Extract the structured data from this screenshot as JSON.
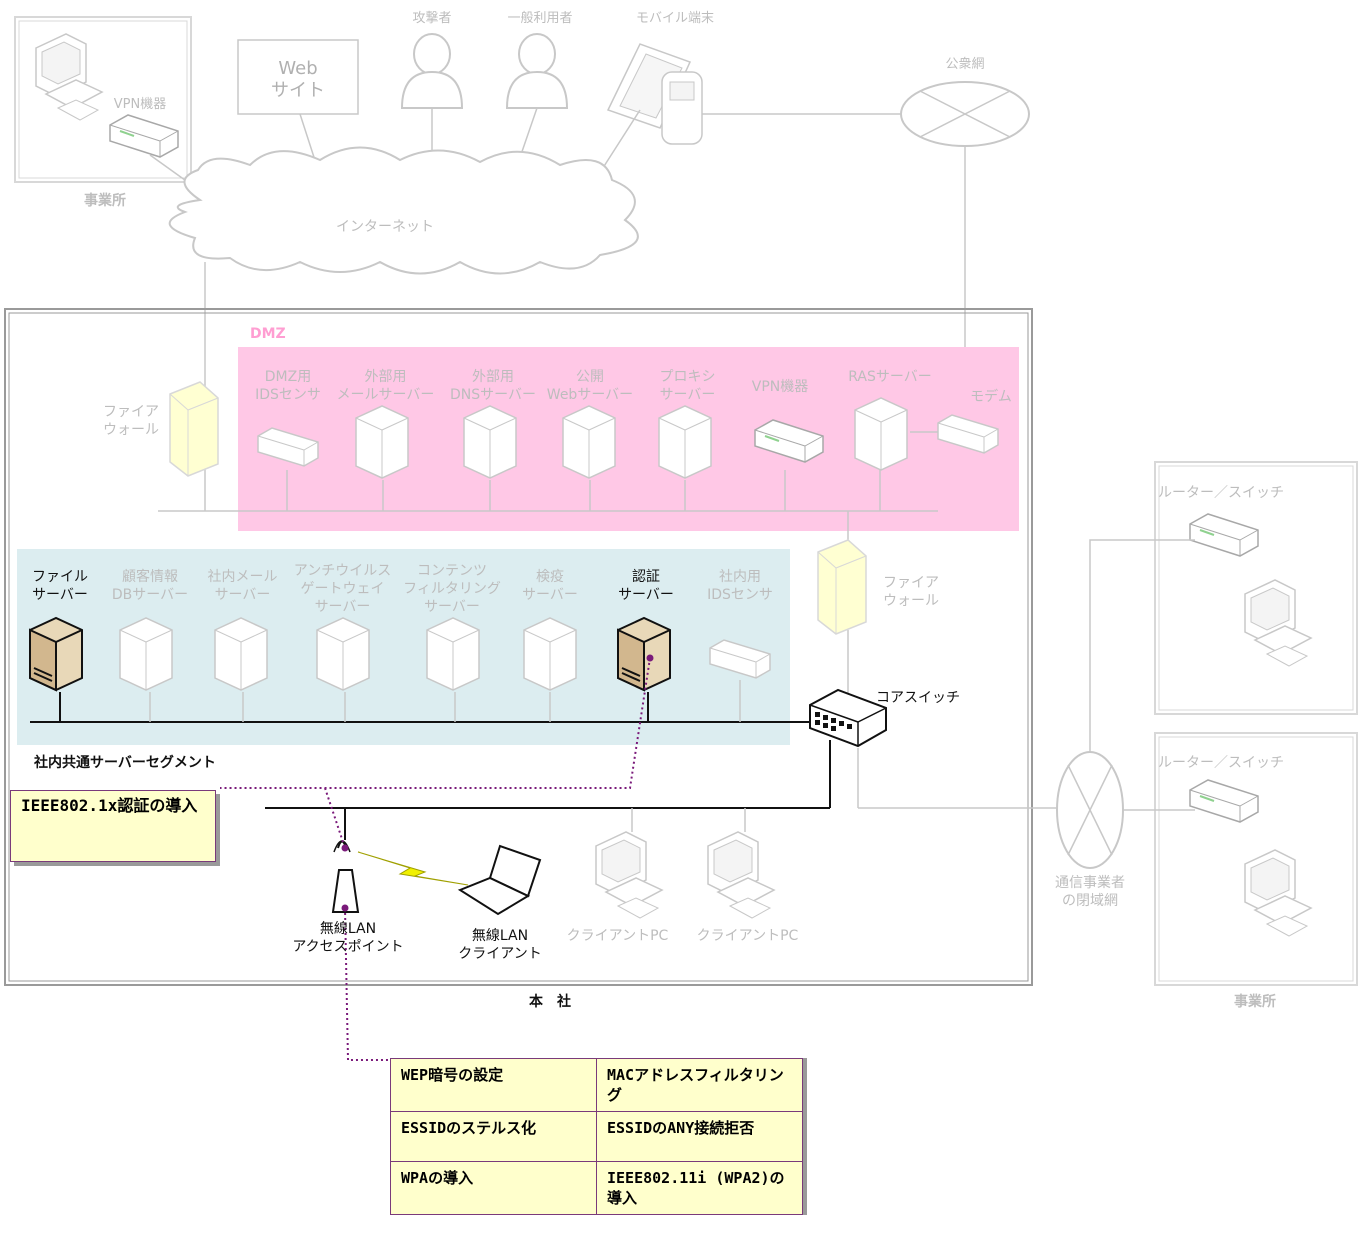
{
  "top": {
    "office_left": "事業所",
    "vpn_device": "VPN機器",
    "website": "Web\nサイト",
    "attacker": "攻撃者",
    "general_user": "一般利用者",
    "mobile": "モバイル端末",
    "public_net": "公衆網",
    "internet": "インターネット"
  },
  "dmz": {
    "title": "DMZ",
    "firewall": "ファイア\nウォール",
    "items": [
      "DMZ用\nIDSセンサ",
      "外部用\nメールサーバー",
      "外部用\nDNSサーバー",
      "公開\nWebサーバー",
      "プロキシ\nサーバー",
      "VPN機器",
      "RASサーバー",
      "モデム"
    ]
  },
  "internal": {
    "items": [
      "ファイル\nサーバー",
      "顧客情報\nDBサーバー",
      "社内メール\nサーバー",
      "アンチウイルス\nゲートウェイ\nサーバー",
      "コンテンツ\nフィルタリング\nサーバー",
      "検疫\nサーバー",
      "認証\nサーバー",
      "社内用\nIDSセンサ"
    ],
    "segment": "社内共通サーバーセグメント",
    "firewall2": "ファイア\nウォール",
    "core_switch": "コアスイッチ"
  },
  "lan": {
    "ap": "無線LAN\nアクセスポイント",
    "wireless_client": "無線LAN\nクライアント",
    "client_pc_1": "クライアントPC",
    "client_pc_2": "クライアントPC",
    "hq": "本　社"
  },
  "right": {
    "router1": "ルーター／スイッチ",
    "router2": "ルーター／スイッチ",
    "carrier": "通信事業者\nの閉域網",
    "office_right": "事業所"
  },
  "callout": "IEEE802.1x認証の導入",
  "measures": [
    [
      "WEP暗号の設定",
      "MACアドレスフィルタリング"
    ],
    [
      "ESSIDのステルス化",
      "ESSIDのANY接続拒否"
    ],
    [
      "WPAの導入",
      "IEEE802.11i (WPA2)の導入"
    ]
  ],
  "colors": {
    "dmz_bg": "#ffc8e6",
    "internal_bg": "#dcedf0",
    "note_bg": "#ffffcc",
    "faded": "#c6c6c6",
    "dotted_link": "#7a1a7a"
  }
}
